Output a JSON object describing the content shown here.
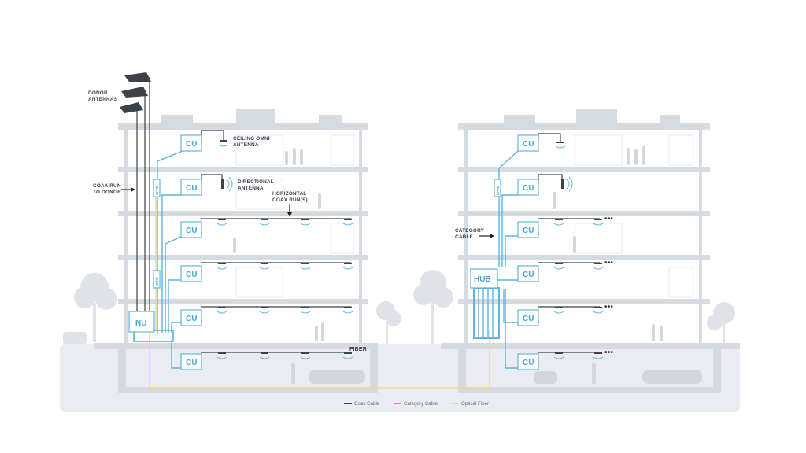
{
  "labels": {
    "donor_antennas": [
      "DONOR",
      "ANTENNAS"
    ],
    "ceiling_omni": [
      "CEILING OMNI",
      "ANTENNA"
    ],
    "directional": [
      "DIRECTIONAL",
      "ANTENNA"
    ],
    "horizontal_coax": [
      "HORIZONTAL",
      "COAX RUN(S)"
    ],
    "coax_run_to_donor": [
      "COAX RUN",
      "TO DONOR"
    ],
    "category_cable": [
      "CATEGORY",
      "CABLE"
    ],
    "fiber": "FIBER"
  },
  "units": {
    "cu": "CU",
    "nu": "NU",
    "hub": "HUB",
    "cpre": "CPRE"
  },
  "legend": {
    "coax": "Coax Cable",
    "category": "Category Cable",
    "fiber": "Optical Fiber"
  },
  "colors": {
    "coax": "#3d4248",
    "category": "#5fb3de",
    "fiber": "#f3d98a",
    "building": "#d6dbe1"
  },
  "more_indicator": "•••"
}
